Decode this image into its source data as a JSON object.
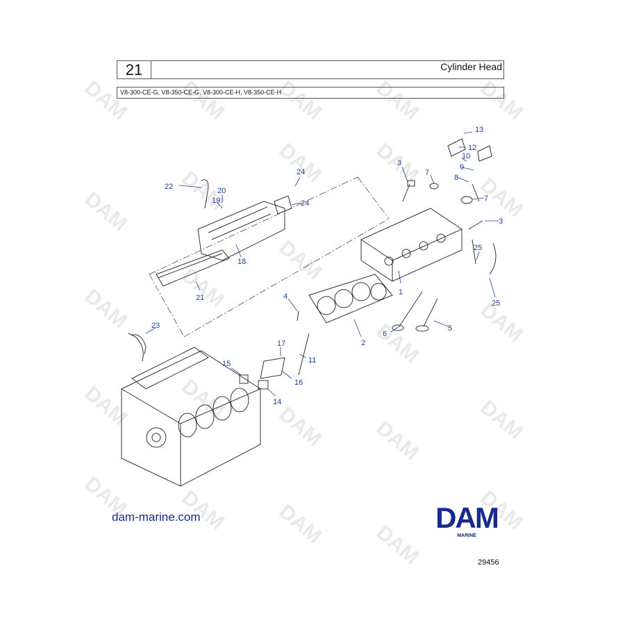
{
  "header": {
    "section_number": "21",
    "title": "Cylinder Head",
    "models": "V8-300-CE-G, V8-350-CE-G, V8-300-CE-H, V8-350-CE-H"
  },
  "footer": {
    "website": "dam-marine.com",
    "logo_text": "DAM",
    "logo_sub": "MARINE",
    "figure_number": "29456"
  },
  "colors": {
    "brand_blue": "#1a2a8c",
    "callout_blue": "#1a3fa0"
  },
  "watermark_text": "DAM",
  "callouts": [
    "1",
    "2",
    "3",
    "3",
    "4",
    "5",
    "6",
    "7",
    "7",
    "8",
    "9",
    "10",
    "11",
    "12",
    "13",
    "14",
    "15",
    "16",
    "17",
    "18",
    "19",
    "20",
    "21",
    "22",
    "23",
    "24",
    "24",
    "25",
    "25"
  ]
}
